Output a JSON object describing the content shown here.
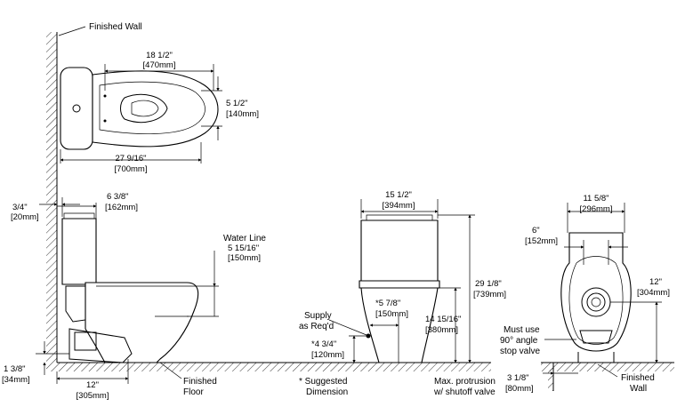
{
  "labels": {
    "finished_wall_top": "Finished Wall",
    "finished_floor_line1": "Finished",
    "finished_floor_line2": "Floor",
    "water_line_title": "Water Line",
    "supply_line1": "Supply",
    "supply_line2": "as Req'd",
    "suggested_line1": "* Suggested",
    "suggested_line2": "Dimension",
    "max_protrusion_line1": "Max. protrusion",
    "max_protrusion_line2": "w/ shutoff valve",
    "must_use_line1": "Must use",
    "must_use_line2": "90° angle",
    "must_use_line3": "stop valve",
    "finished_wall_right_line1": "Finished",
    "finished_wall_right_line2": "Wall"
  },
  "dimensions": {
    "top_bowl_width": {
      "imperial": "18 1/2\"",
      "metric": "[470mm]"
    },
    "top_bowl_opening": {
      "imperial": "5 1/2\"",
      "metric": "[140mm]"
    },
    "top_overall_length": {
      "imperial": "27 9/16\"",
      "metric": "[700mm]"
    },
    "wall_gap": {
      "imperial": "3/4\"",
      "metric": "[20mm]"
    },
    "tank_depth": {
      "imperial": "6 3/8\"",
      "metric": "[162mm]"
    },
    "water_line": {
      "imperial": "5 15/16\"",
      "metric": "[150mm]"
    },
    "floor_to_centerline": {
      "imperial": "1 3/8\"",
      "metric": "[34mm]"
    },
    "rough_in": {
      "imperial": "12\"",
      "metric": "[305mm]"
    },
    "front_tank_width": {
      "imperial": "15 1/2\"",
      "metric": "[394mm]"
    },
    "front_height": {
      "imperial": "29 1/8\"",
      "metric": "[739mm]"
    },
    "front_seat_height": {
      "imperial": "14 15/16\"",
      "metric": "[380mm]"
    },
    "supply_offset": {
      "imperial": "*5 7/8\"",
      "metric": "[150mm]"
    },
    "supply_height": {
      "imperial": "*4 3/4\"",
      "metric": "[120mm]"
    },
    "rear_width": {
      "imperial": "11 5/8\"",
      "metric": "[296mm]"
    },
    "rear_opening": {
      "imperial": "6\"",
      "metric": "[152mm]"
    },
    "rear_height": {
      "imperial": "12\"",
      "metric": "[304mm]"
    },
    "max_protrusion": {
      "imperial": "3 1/8\"",
      "metric": "[80mm]"
    }
  }
}
